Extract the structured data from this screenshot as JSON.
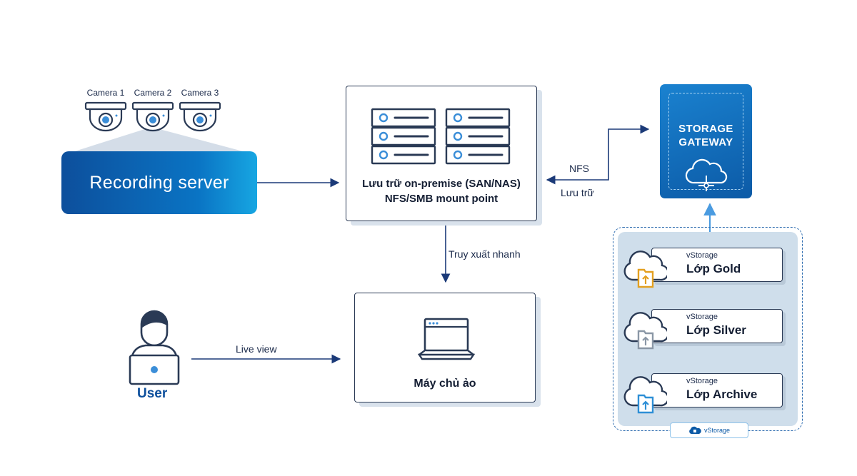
{
  "cameras": [
    "Camera 1",
    "Camera 2",
    "Camera 3"
  ],
  "recording_server": "Recording server",
  "on_premise": {
    "line1": "Lưu trữ on-premise (SAN/NAS)",
    "line2": "NFS/SMB mount point"
  },
  "links": {
    "nfs": "NFS",
    "luu_tru": "Lưu trữ",
    "truy_xuat": "Truy xuất nhanh",
    "live_view": "Live view"
  },
  "gateway": {
    "line1": "STORAGE",
    "line2": "GATEWAY"
  },
  "vm": "Máy chủ ảo",
  "user": "User",
  "tiers": [
    {
      "brand": "vStorage",
      "name": "Lớp Gold",
      "color": "#e3a020"
    },
    {
      "brand": "vStorage",
      "name": "Lớp Silver",
      "color": "#8a97a6"
    },
    {
      "brand": "vStorage",
      "name": "Lớp Archive",
      "color": "#2e8fd6"
    }
  ],
  "badge": "vStorage",
  "colors": {
    "brand_blue": "#0d4f9c",
    "arrow": "#1b3a78",
    "light_blue": "#4a9be0"
  }
}
